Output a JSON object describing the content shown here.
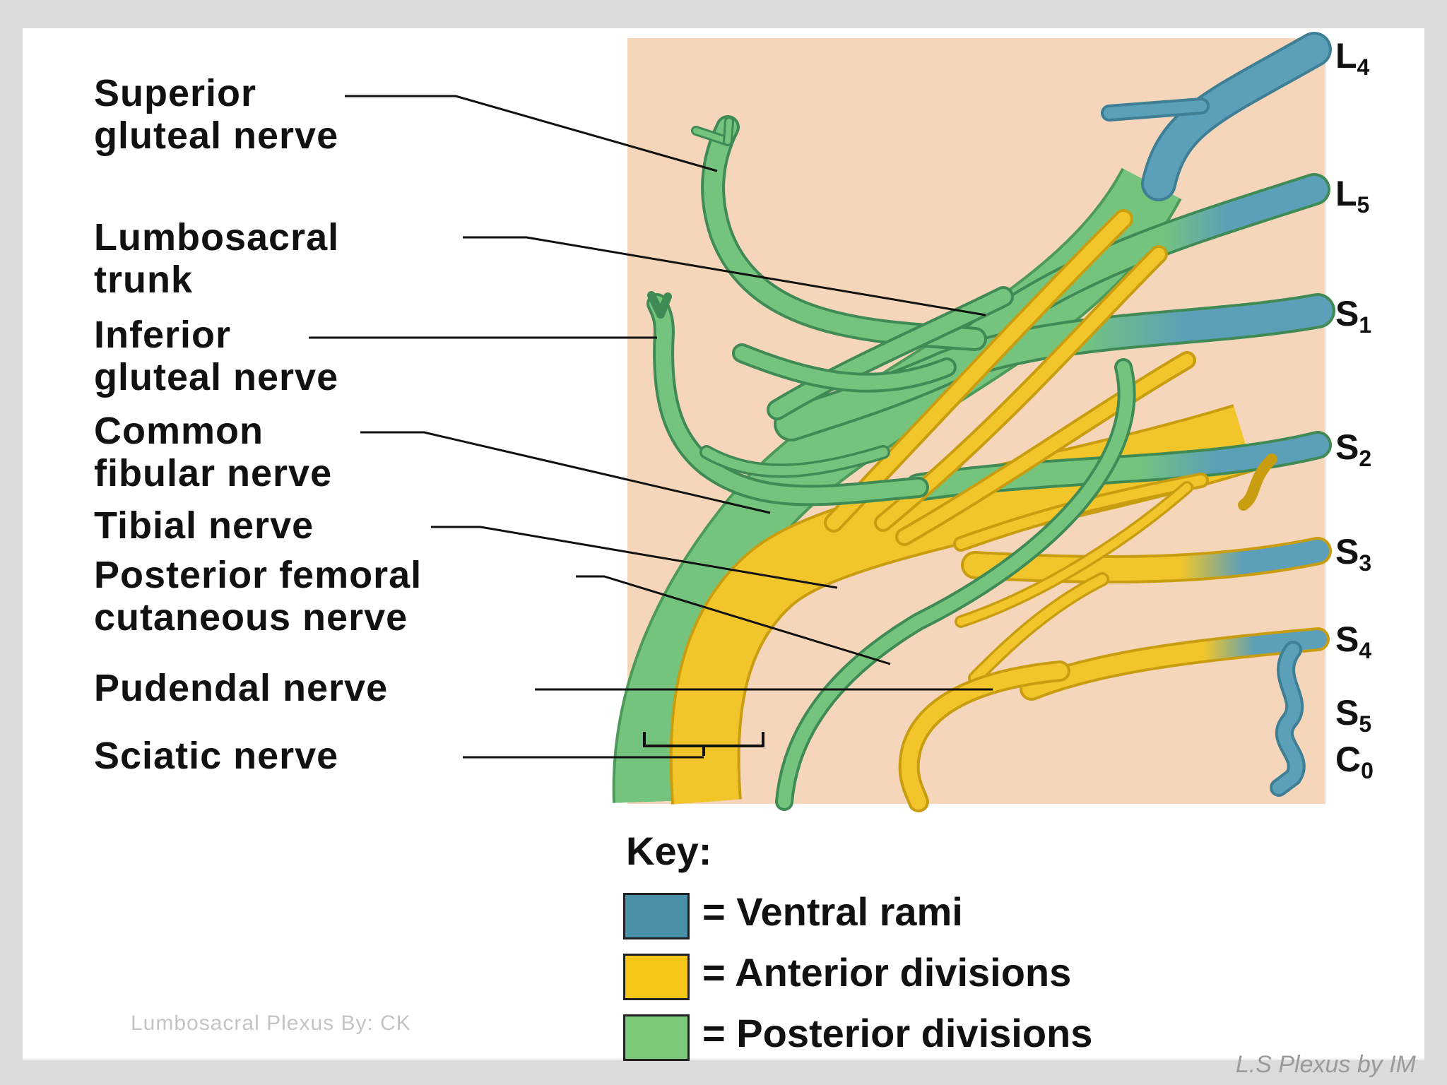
{
  "labels": {
    "superior_gluteal": [
      "Superior",
      "gluteal nerve"
    ],
    "lumbosacral_trunk": [
      "Lumbosacral",
      "trunk"
    ],
    "inferior_gluteal": [
      "Inferior",
      "gluteal nerve"
    ],
    "common_fibular": [
      "Common",
      "fibular nerve"
    ],
    "tibial": "Tibial nerve",
    "posterior_femoral": [
      "Posterior femoral",
      "cutaneous nerve"
    ],
    "pudendal": "Pudendal nerve",
    "sciatic": "Sciatic nerve"
  },
  "segments": [
    {
      "letter": "L",
      "num": "4"
    },
    {
      "letter": "L",
      "num": "5"
    },
    {
      "letter": "S",
      "num": "1"
    },
    {
      "letter": "S",
      "num": "2"
    },
    {
      "letter": "S",
      "num": "3"
    },
    {
      "letter": "S",
      "num": "4"
    },
    {
      "letter": "S",
      "num": "5"
    },
    {
      "letter": "C",
      "num": "0"
    }
  ],
  "key": {
    "title": "Key:",
    "items": [
      {
        "label": "= Ventral rami",
        "color": "#4a90a8"
      },
      {
        "label": "= Anterior divisions",
        "color": "#f5c518"
      },
      {
        "label": "= Posterior divisions",
        "color": "#7dc97a"
      }
    ]
  },
  "colors": {
    "background_panel": "#f6d6bb",
    "ventral_rami": "#5b9fb8",
    "anterior_divisions": "#f2c62a",
    "posterior_divisions": "#74c47e"
  },
  "credit": "Lumbosacral Plexus By: CK",
  "footer": "L.S Plexus by IM"
}
